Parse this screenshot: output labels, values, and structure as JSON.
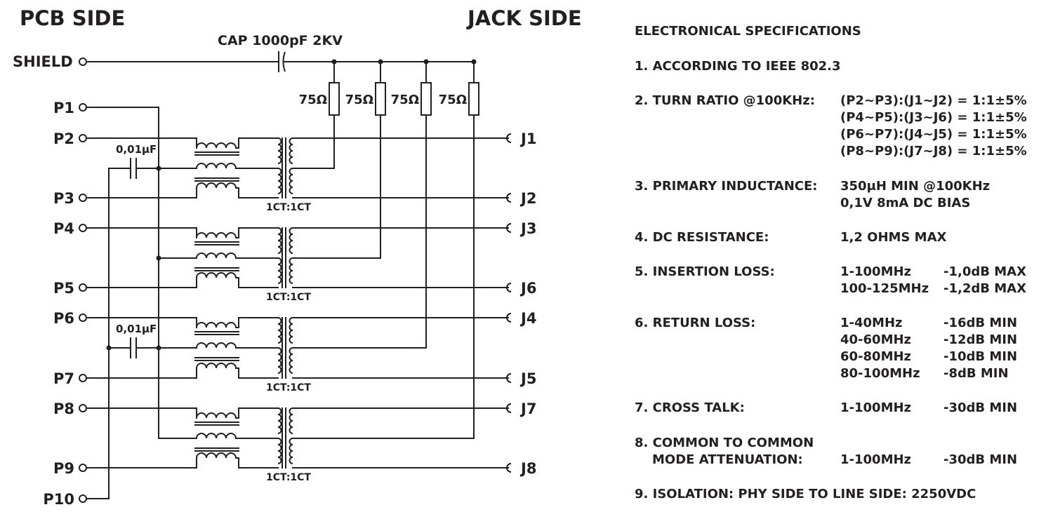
{
  "diagram": {
    "pcb_side": "PCB SIDE",
    "jack_side": "JACK SIDE",
    "cap_label": "CAP 1000pF 2KV",
    "shield": "SHIELD",
    "resistor_label": "75Ω",
    "small_cap_label": "0,01μF",
    "ct_label": "1CT:1CT",
    "pins_left": [
      "P1",
      "P2",
      "P3",
      "P4",
      "P5",
      "P6",
      "P7",
      "P8",
      "P9",
      "P10"
    ],
    "pins_right": [
      "J1",
      "J2",
      "J3",
      "J6",
      "J4",
      "J5",
      "J7",
      "J8"
    ]
  },
  "specs": {
    "title": "ELECTRONICAL SPECIFICATIONS",
    "s1": "1. ACCORDING TO IEEE 802.3",
    "s2_label": "2. TURN RATIO @100KHz:",
    "s2_values": [
      "(P2~P3):(J1~J2) = 1:1±5%",
      "(P4~P5):(J3~J6) = 1:1±5%",
      "(P6~P7):(J4~J5) = 1:1±5%",
      "(P8~P9):(J7~J8) = 1:1±5%"
    ],
    "s3_label": "3. PRIMARY INDUCTANCE:",
    "s3_values": [
      "350μH MIN @100KHz",
      "0,1V 8mA DC BIAS"
    ],
    "s4_label": "4. DC RESISTANCE:",
    "s4_value": "1,2 OHMS MAX",
    "s5_label": "5. INSERTION LOSS:",
    "s5_rows": [
      [
        "1-100MHz",
        "-1,0dB MAX"
      ],
      [
        "100-125MHz",
        "-1,2dB MAX"
      ]
    ],
    "s6_label": "6. RETURN LOSS:",
    "s6_rows": [
      [
        "1-40MHz",
        "-16dB MIN"
      ],
      [
        "40-60MHz",
        "-12dB MIN"
      ],
      [
        "60-80MHz",
        "-10dB MIN"
      ],
      [
        "80-100MHz",
        "-8dB MIN"
      ]
    ],
    "s7_label": "7. CROSS TALK:",
    "s7_row": [
      "1-100MHz",
      "-30dB MIN"
    ],
    "s8_label_1": "8. COMMON TO COMMON",
    "s8_label_2": "MODE ATTENUATION:",
    "s8_row": [
      "1-100MHz",
      "-30dB MIN"
    ],
    "s9": "9. ISOLATION: PHY SIDE TO LINE SIDE: 2250VDC"
  }
}
